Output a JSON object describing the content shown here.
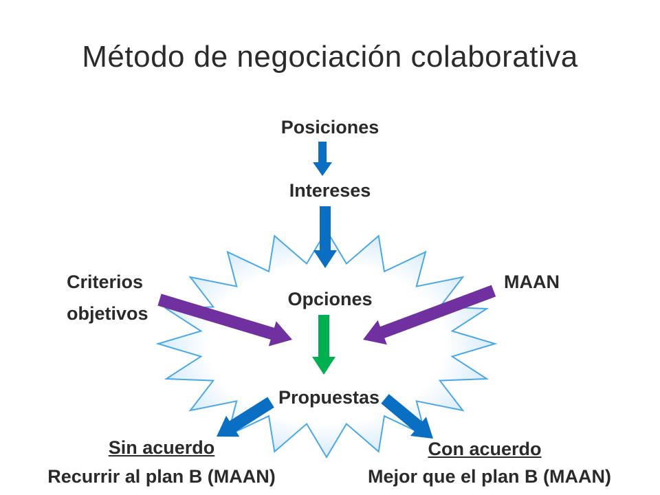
{
  "title": "Método de negociación colaborativa",
  "nodes": {
    "posiciones": "Posiciones",
    "intereses": "Intereses",
    "opciones": "Opciones",
    "propuestas": "Propuestas",
    "criterios_line1": "Criterios",
    "criterios_line2": "objetivos",
    "maan": "MAAN",
    "sin_acuerdo": "Sin acuerdo",
    "sin_acuerdo_detail": "Recurrir al plan B (MAAN)",
    "con_acuerdo": "Con acuerdo",
    "con_acuerdo_detail": "Mejor que el plan B (MAAN)"
  },
  "colors": {
    "blue_arrow": "#0a6fc2",
    "purple_arrow": "#7030a0",
    "green_arrow": "#00b050",
    "starburst_stroke": "#4aa8e8",
    "starburst_glow": "#d7ebfb"
  }
}
